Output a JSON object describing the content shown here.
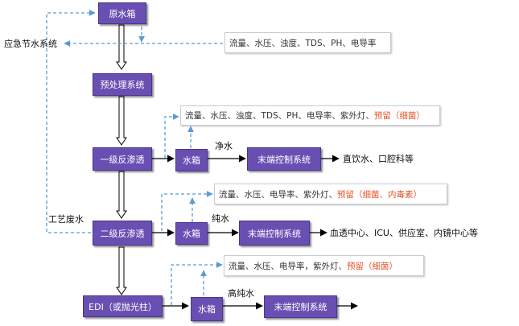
{
  "colors": {
    "box_fill": "#6a4fb3",
    "arrow": "#000000",
    "dashed": "#5b9bd5",
    "warn_text": "#e8542a"
  },
  "nodes": {
    "raw_tank": "原水箱",
    "pretreatment": "预处理系统",
    "ro1": "一级反渗透",
    "tank1": "水箱",
    "end1": "末端控制系统",
    "ro2": "二级反渗透",
    "tank2": "水箱",
    "end2": "末端控制系统",
    "edi": "EDI（或抛光柱）",
    "tank3": "水箱",
    "end3": "末端控制系统"
  },
  "labels": {
    "emergency": "应急节水系统",
    "process_waste": "工艺废水",
    "pure_water_1": "净水",
    "pure_water_2": "纯水",
    "ultra_pure": "高纯水"
  },
  "outputs": {
    "use1": "直饮水、口腔科等",
    "use2": "血透中心、ICU、供应室、内镜中心等"
  },
  "params": {
    "p0": {
      "normal": "流量、水压、浊度、TDS、PH、电导率",
      "warn": ""
    },
    "p1": {
      "normal": "流量、水压、浊度、TDS、PH、电导率、紫外灯、",
      "warn": "预留（细菌）"
    },
    "p2": {
      "normal": "流量、水压、电导率、紫外灯、",
      "warn": "预留（细菌、内毒素）"
    },
    "p3": {
      "normal": "流量、水压、电导率，紫外灯、",
      "warn": "预留（细菌）"
    }
  }
}
